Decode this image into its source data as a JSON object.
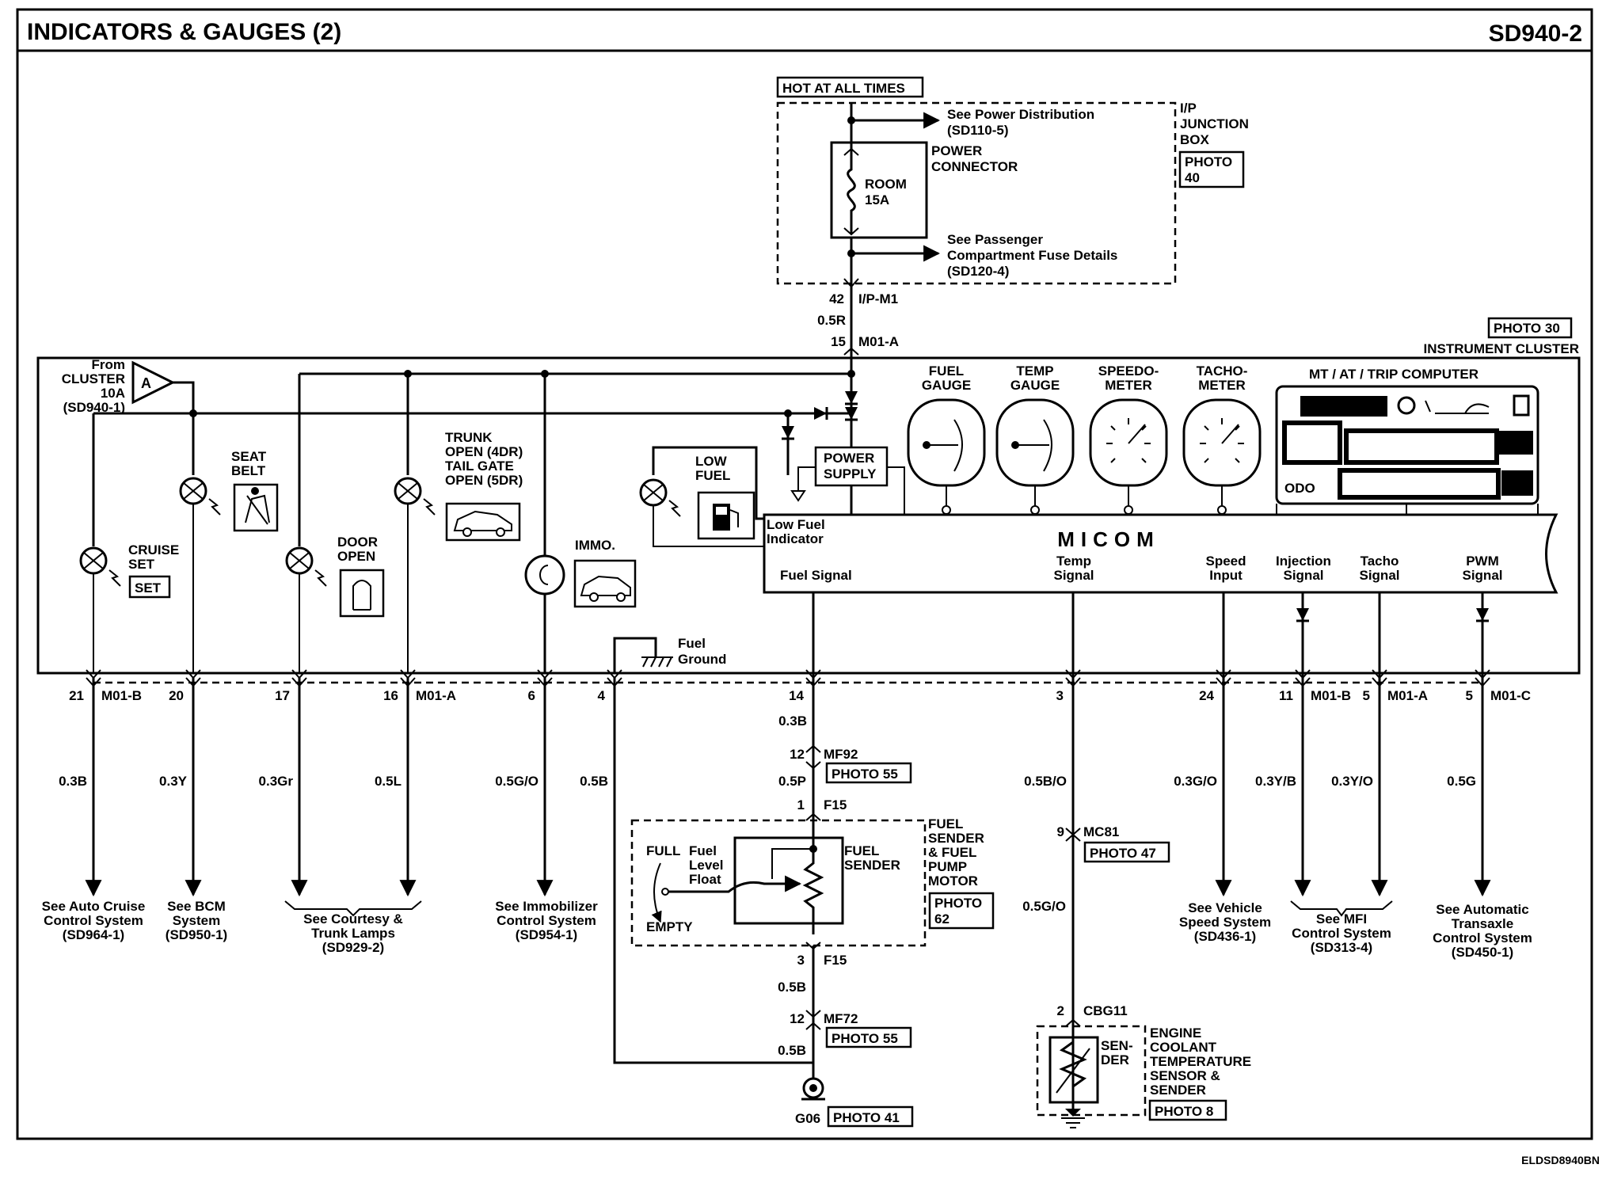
{
  "header": {
    "title": "INDICATORS & GAUGES (2)",
    "code": "SD940-2"
  },
  "footer": {
    "code": "ELDSD8940BN"
  },
  "junction": {
    "hot_label": "HOT AT ALL TIMES",
    "box_name": [
      "I/P",
      "JUNCTION",
      "BOX"
    ],
    "photo": [
      "PHOTO",
      "40"
    ],
    "power_dist": [
      "See Power Distribution",
      "(SD110-5)"
    ],
    "power_connector": [
      "POWER",
      "CONNECTOR"
    ],
    "fuse": [
      "ROOM",
      "15A"
    ],
    "passenger": [
      "See Passenger",
      "Compartment Fuse Details",
      "(SD120-4)"
    ],
    "pin42": "42",
    "conn_ipm1": "I/P-M1",
    "wire_05r": "0.5R",
    "pin15": "15",
    "conn_m01a": "M01-A"
  },
  "cluster": {
    "photo30": "PHOTO 30",
    "title": "INSTRUMENT CLUSTER",
    "from_cluster": [
      "From",
      "CLUSTER",
      "10A",
      "(SD940-1)"
    ],
    "connector_a": "A",
    "seat_belt": [
      "SEAT",
      "BELT"
    ],
    "cruise_set": [
      "CRUISE",
      "SET"
    ],
    "set_badge": "SET",
    "door_open": [
      "DOOR",
      "OPEN"
    ],
    "trunk_open": [
      "TRUNK",
      "OPEN (4DR)",
      "TAIL GATE",
      "OPEN (5DR)"
    ],
    "immo": "IMMO.",
    "low_fuel": [
      "LOW",
      "FUEL"
    ],
    "power_supply": [
      "POWER",
      "SUPPLY"
    ],
    "fuel_gauge": [
      "FUEL",
      "GAUGE"
    ],
    "temp_gauge": [
      "TEMP",
      "GAUGE"
    ],
    "speedometer": [
      "SPEEDO-",
      "METER"
    ],
    "tachometer": [
      "TACHO-",
      "METER"
    ],
    "trip_computer": "MT / AT / TRIP COMPUTER",
    "odo": "ODO",
    "micom": "MICOM",
    "low_fuel_indicator": [
      "Low Fuel",
      "Indicator"
    ],
    "fuel_signal": "Fuel Signal",
    "temp_signal": [
      "Temp",
      "Signal"
    ],
    "speed_input": [
      "Speed",
      "Input"
    ],
    "injection_signal": [
      "Injection",
      "Signal"
    ],
    "tacho_signal": [
      "Tacho",
      "Signal"
    ],
    "pwm_signal": [
      "PWM",
      "Signal"
    ],
    "fuel_ground": [
      "Fuel",
      "Ground"
    ]
  },
  "pins": [
    {
      "num": "21",
      "conn": "M01-B",
      "wire": "0.3B"
    },
    {
      "num": "20",
      "conn": "",
      "wire": "0.3Y"
    },
    {
      "num": "17",
      "conn": "",
      "wire": "0.3Gr"
    },
    {
      "num": "16",
      "conn": "M01-A",
      "wire": "0.5L"
    },
    {
      "num": "6",
      "conn": "",
      "wire": "0.5G/O"
    },
    {
      "num": "4",
      "conn": "",
      "wire": "0.5B"
    },
    {
      "num": "14",
      "conn": "",
      "wire": "0.3B"
    },
    {
      "num": "3",
      "conn": "",
      "wire": "0.5B/O"
    },
    {
      "num": "24",
      "conn": "",
      "wire": "0.3G/O"
    },
    {
      "num": "11",
      "conn": "M01-B",
      "wire": "0.3Y/B"
    },
    {
      "num": "5",
      "conn": "M01-A",
      "wire": "0.3Y/O"
    },
    {
      "num": "5",
      "conn": "M01-C",
      "wire": "0.5G"
    }
  ],
  "refs": {
    "cruise": [
      "See Auto Cruise",
      "Control System",
      "(SD964-1)"
    ],
    "bcm": [
      "See BCM",
      "System",
      "(SD950-1)"
    ],
    "courtesy": [
      "See Courtesy &",
      "Trunk Lamps",
      "(SD929-2)"
    ],
    "immobilizer": [
      "See Immobilizer",
      "Control System",
      "(SD954-1)"
    ],
    "vehicle_speed": [
      "See Vehicle",
      "Speed System",
      "(SD436-1)"
    ],
    "mfi": [
      "See MFI",
      "Control System",
      "(SD313-4)"
    ],
    "transaxle": [
      "See Automatic",
      "Transaxle",
      "Control System",
      "(SD450-1)"
    ]
  },
  "fuel_sender": {
    "pin12": "12",
    "conn_mf92": "MF92",
    "photo55a": "PHOTO 55",
    "wire_05p": "0.5P",
    "pin1": "1",
    "conn_f15a": "F15",
    "name": [
      "FUEL",
      "SENDER",
      "& FUEL",
      "PUMP",
      "MOTOR"
    ],
    "photo": [
      "PHOTO",
      "62"
    ],
    "full": "FULL",
    "empty": "EMPTY",
    "float": [
      "Fuel",
      "Level",
      "Float"
    ],
    "sender": [
      "FUEL",
      "SENDER"
    ],
    "pin3": "3",
    "conn_f15b": "F15",
    "wire_05b1": "0.5B",
    "pin12b": "12",
    "conn_mf72": "MF72",
    "photo55b": "PHOTO 55",
    "wire_05b2": "0.5B",
    "ground": "G06",
    "photo41": "PHOTO 41"
  },
  "coolant": {
    "pin9": "9",
    "conn_mc81": "MC81",
    "photo47": "PHOTO 47",
    "wire_05go": "0.5G/O",
    "pin2": "2",
    "conn_cbg11": "CBG11",
    "sender": [
      "SEN-",
      "DER"
    ],
    "name": [
      "ENGINE",
      "COOLANT",
      "TEMPERATURE",
      "SENSOR &",
      "SENDER"
    ],
    "photo8": "PHOTO 8"
  }
}
